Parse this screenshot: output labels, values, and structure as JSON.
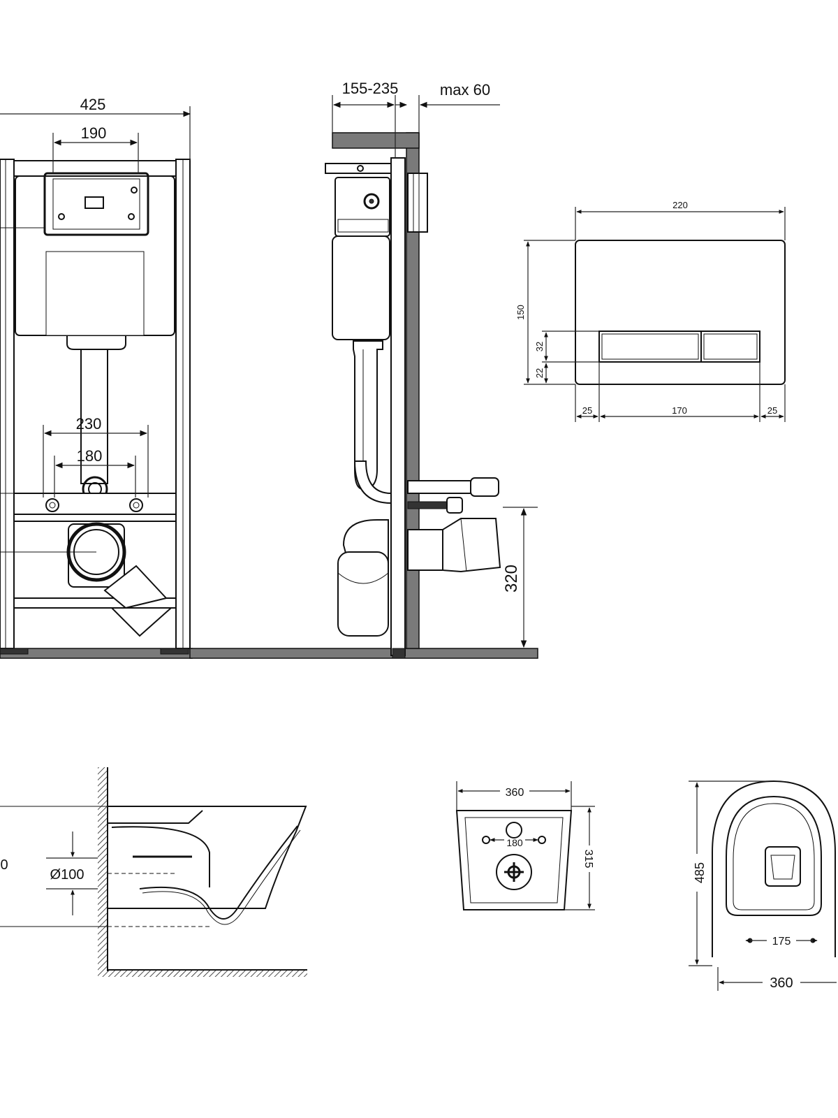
{
  "frame_front": {
    "overall_width": "425",
    "panel_width": "190",
    "bolt_spacing": "230",
    "stud_spacing": "180"
  },
  "frame_side": {
    "depth_range": "155-235",
    "wall_max": "max 60",
    "outlet_height": "320"
  },
  "flush_plate": {
    "width": "220",
    "height": "150",
    "button_height": "32",
    "bottom_gap": "22",
    "side_margin_left": "25",
    "button_width": "170",
    "side_margin_right": "25"
  },
  "bowl_side": {
    "cut_label": "0",
    "outlet_diameter": "Ø100"
  },
  "bowl_back": {
    "width": "360",
    "depth": "315",
    "stud_spacing": "180"
  },
  "bowl_top": {
    "length": "485",
    "inner_spacing": "175",
    "width": "360"
  }
}
